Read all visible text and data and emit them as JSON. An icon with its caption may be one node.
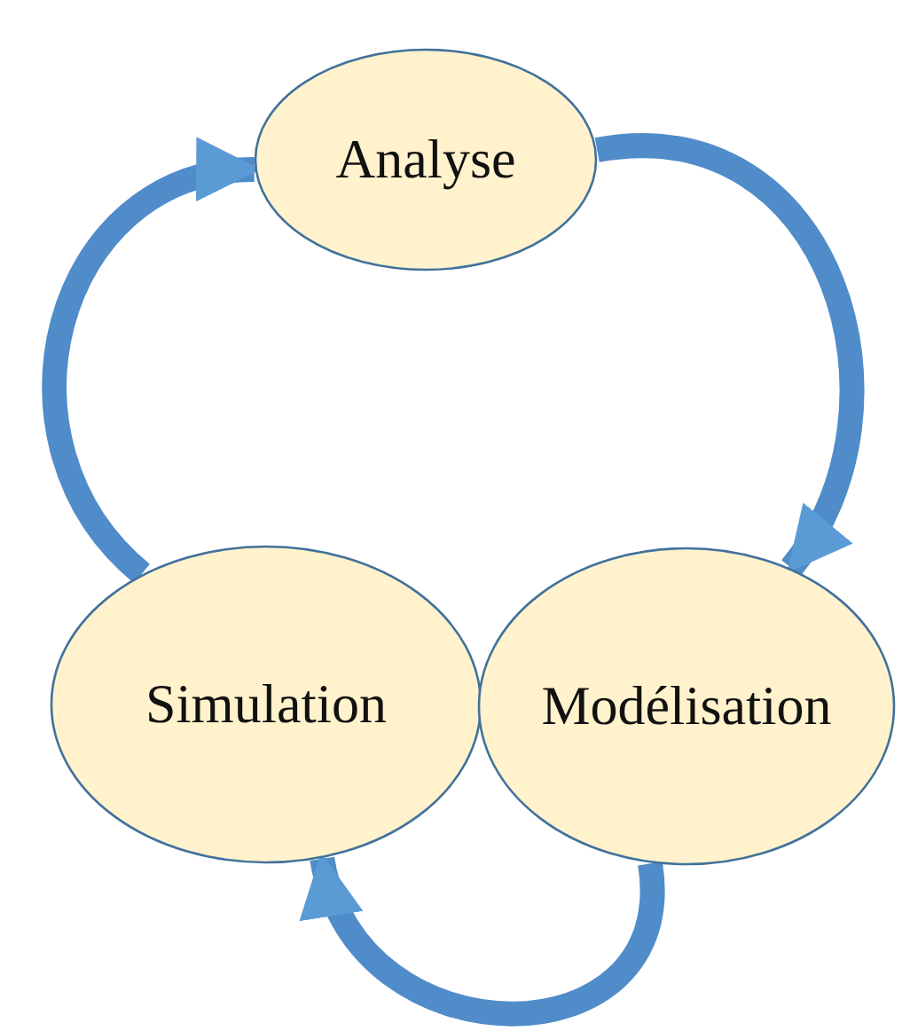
{
  "diagram": {
    "nodes": [
      {
        "text": [
          "Analyse"
        ]
      },
      {
        "text": [
          "Simulation"
        ]
      },
      {
        "text": [
          "Modélisation"
        ]
      }
    ],
    "edges": [
      {
        "from": 0,
        "to": 2,
        "arrow": "to"
      },
      {
        "from": 2,
        "to": 1,
        "arrow": "to"
      },
      {
        "from": 1,
        "to": 0,
        "arrow": "to"
      }
    ]
  }
}
